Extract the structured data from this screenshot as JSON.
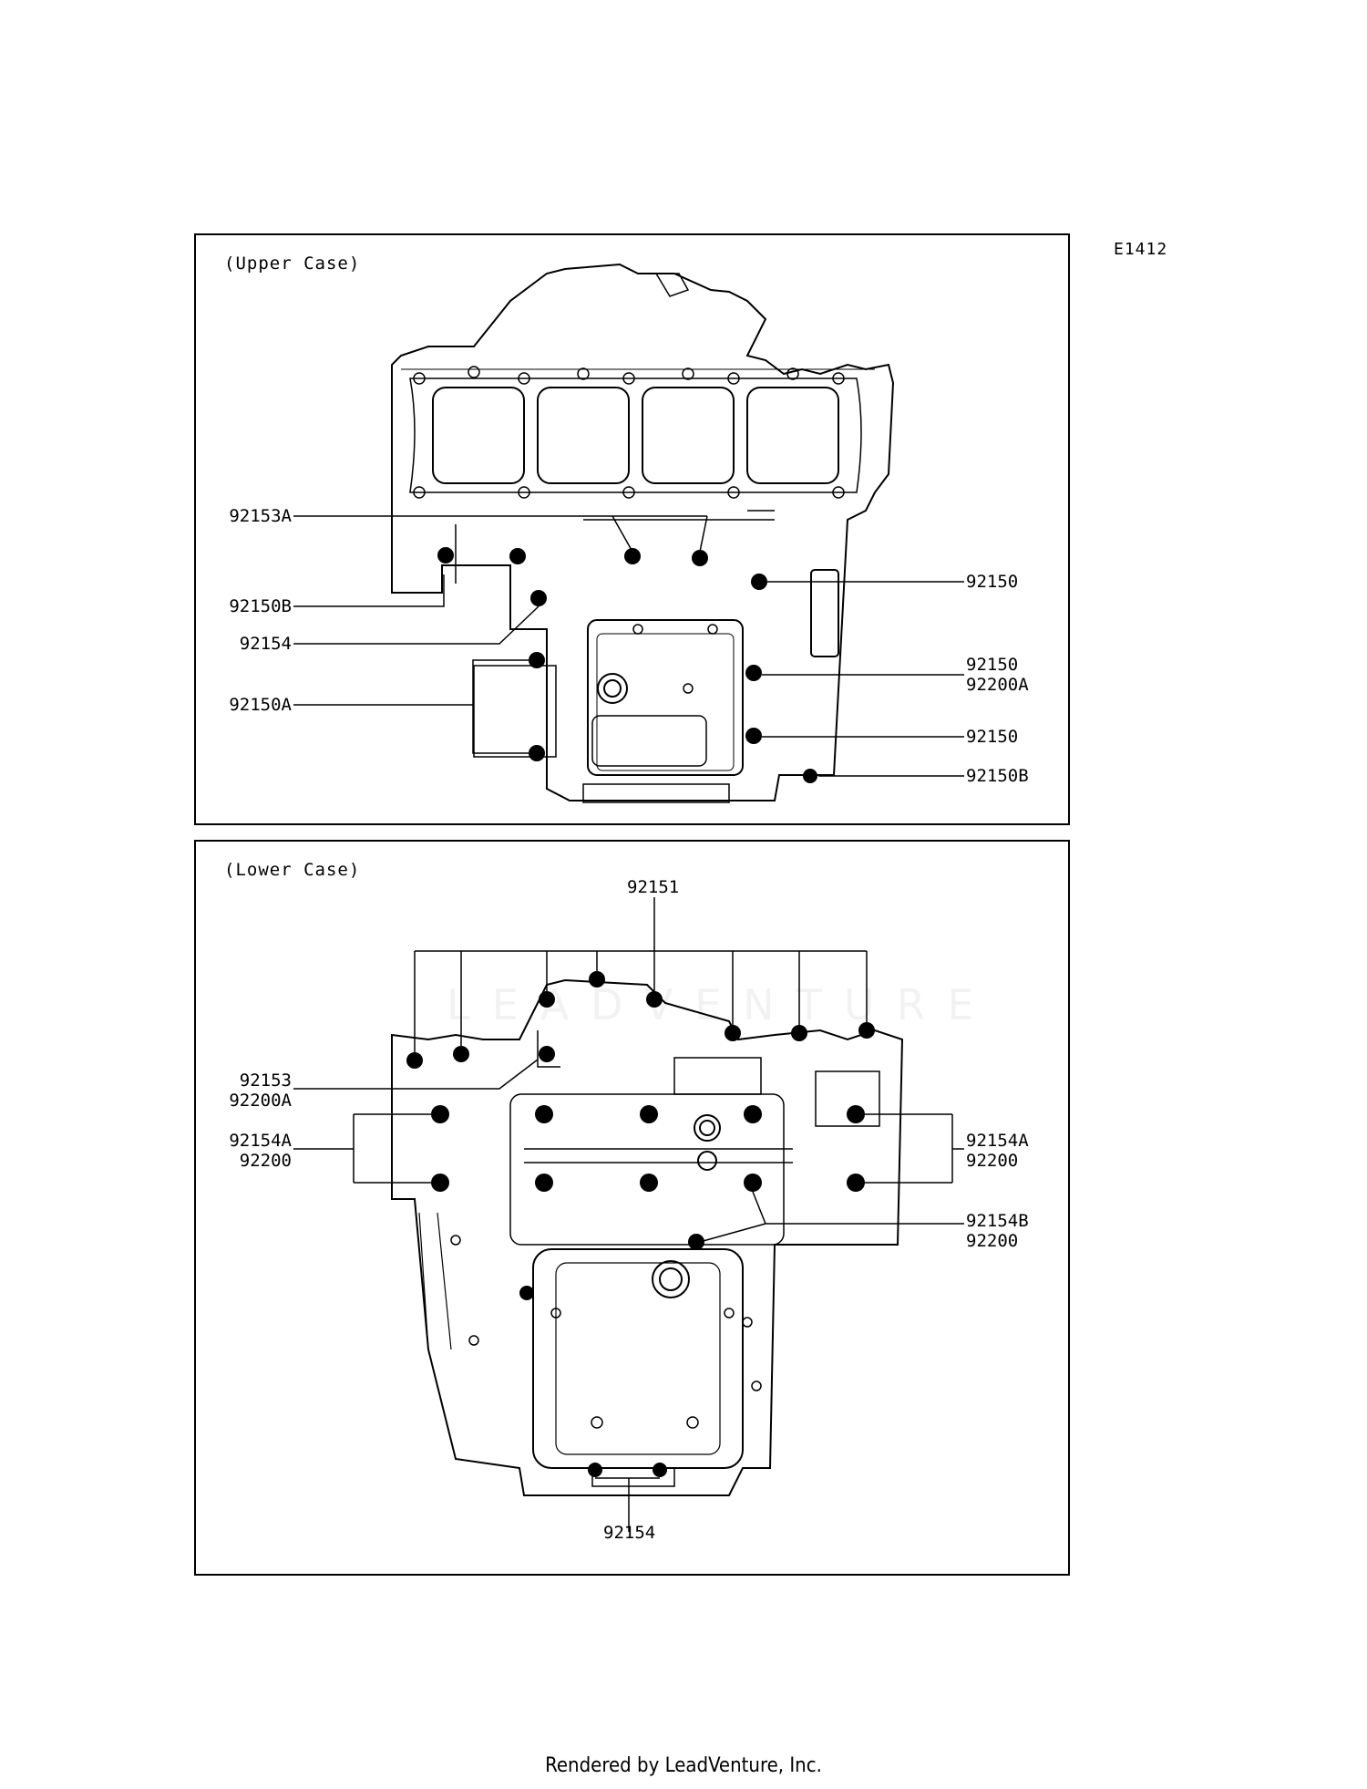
{
  "diagram_id": "E1412",
  "upper": {
    "title": "(Upper Case)",
    "labels": {
      "l_92153A": "92153A",
      "l_92150B": "92150B",
      "l_92154": "92154",
      "l_92150A": "92150A",
      "r_92150_a": "92150",
      "r_92150_b": "92150",
      "r_92200A": "92200A",
      "r_92150_c": "92150",
      "r_92150B": "92150B"
    }
  },
  "lower": {
    "title": "(Lower Case)",
    "labels": {
      "t_92151": "92151",
      "l_92153": "92153",
      "l_92200A": "92200A",
      "l_92154A": "92154A",
      "l_92200": "92200",
      "r_92154A": "92154A",
      "r_92200_a": "92200",
      "r_92154B": "92154B",
      "r_92200_b": "92200",
      "b_92154": "92154"
    }
  },
  "watermark": "LEADVENTURE",
  "footer": "Rendered by LeadVenture, Inc."
}
